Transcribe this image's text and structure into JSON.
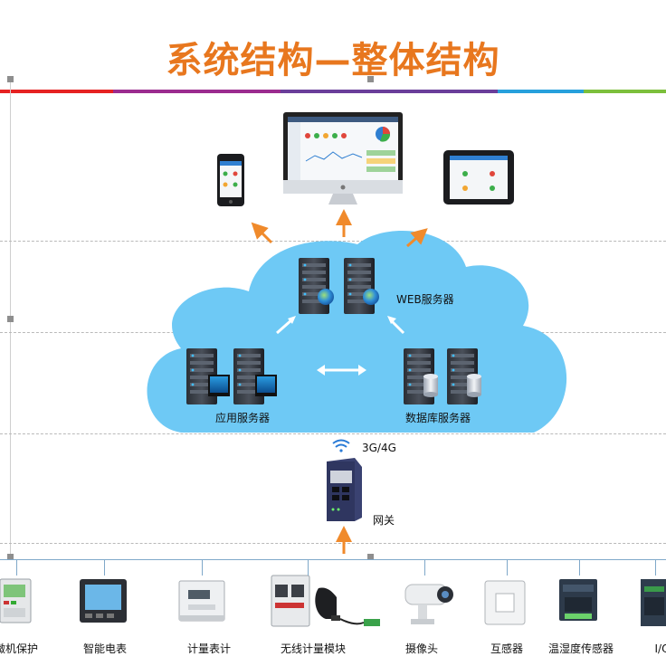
{
  "title": "系统结构—整体结构",
  "colors": {
    "accent": "#e8771e",
    "cloud": "#6ec9f5",
    "stripe": [
      "#e62222",
      "#9b2c8f",
      "#6a3e9a",
      "#27a0dc",
      "#7cbf3c"
    ]
  },
  "icons": {
    "phone": "smartphone-icon",
    "monitor": "desktop-monitor-icon",
    "tablet": "tablet-icon",
    "server": "server-icon",
    "database": "database-icon",
    "gateway": "gateway-icon",
    "wifi": "wifi-signal-icon"
  },
  "cloud": {
    "web_server_label": "WEB服务器",
    "app_server_label": "应用服务器",
    "db_server_label": "数据库服务器"
  },
  "gateway": {
    "network_label": "3G/4G",
    "label": "网关"
  },
  "devices": [
    {
      "label": "微机保护",
      "icon": "protection-relay-icon"
    },
    {
      "label": "智能电表",
      "icon": "smart-meter-icon"
    },
    {
      "label": "计量表计",
      "icon": "din-meter-icon"
    },
    {
      "label": "无线计量模块",
      "icon": "wireless-module-icon"
    },
    {
      "label": "摄像头",
      "icon": "camera-icon"
    },
    {
      "label": "互感器",
      "icon": "current-transformer-icon"
    },
    {
      "label": "温湿度传感器",
      "icon": "temp-humidity-sensor-icon"
    },
    {
      "label": "I/O模块",
      "icon": "io-module-icon"
    }
  ]
}
